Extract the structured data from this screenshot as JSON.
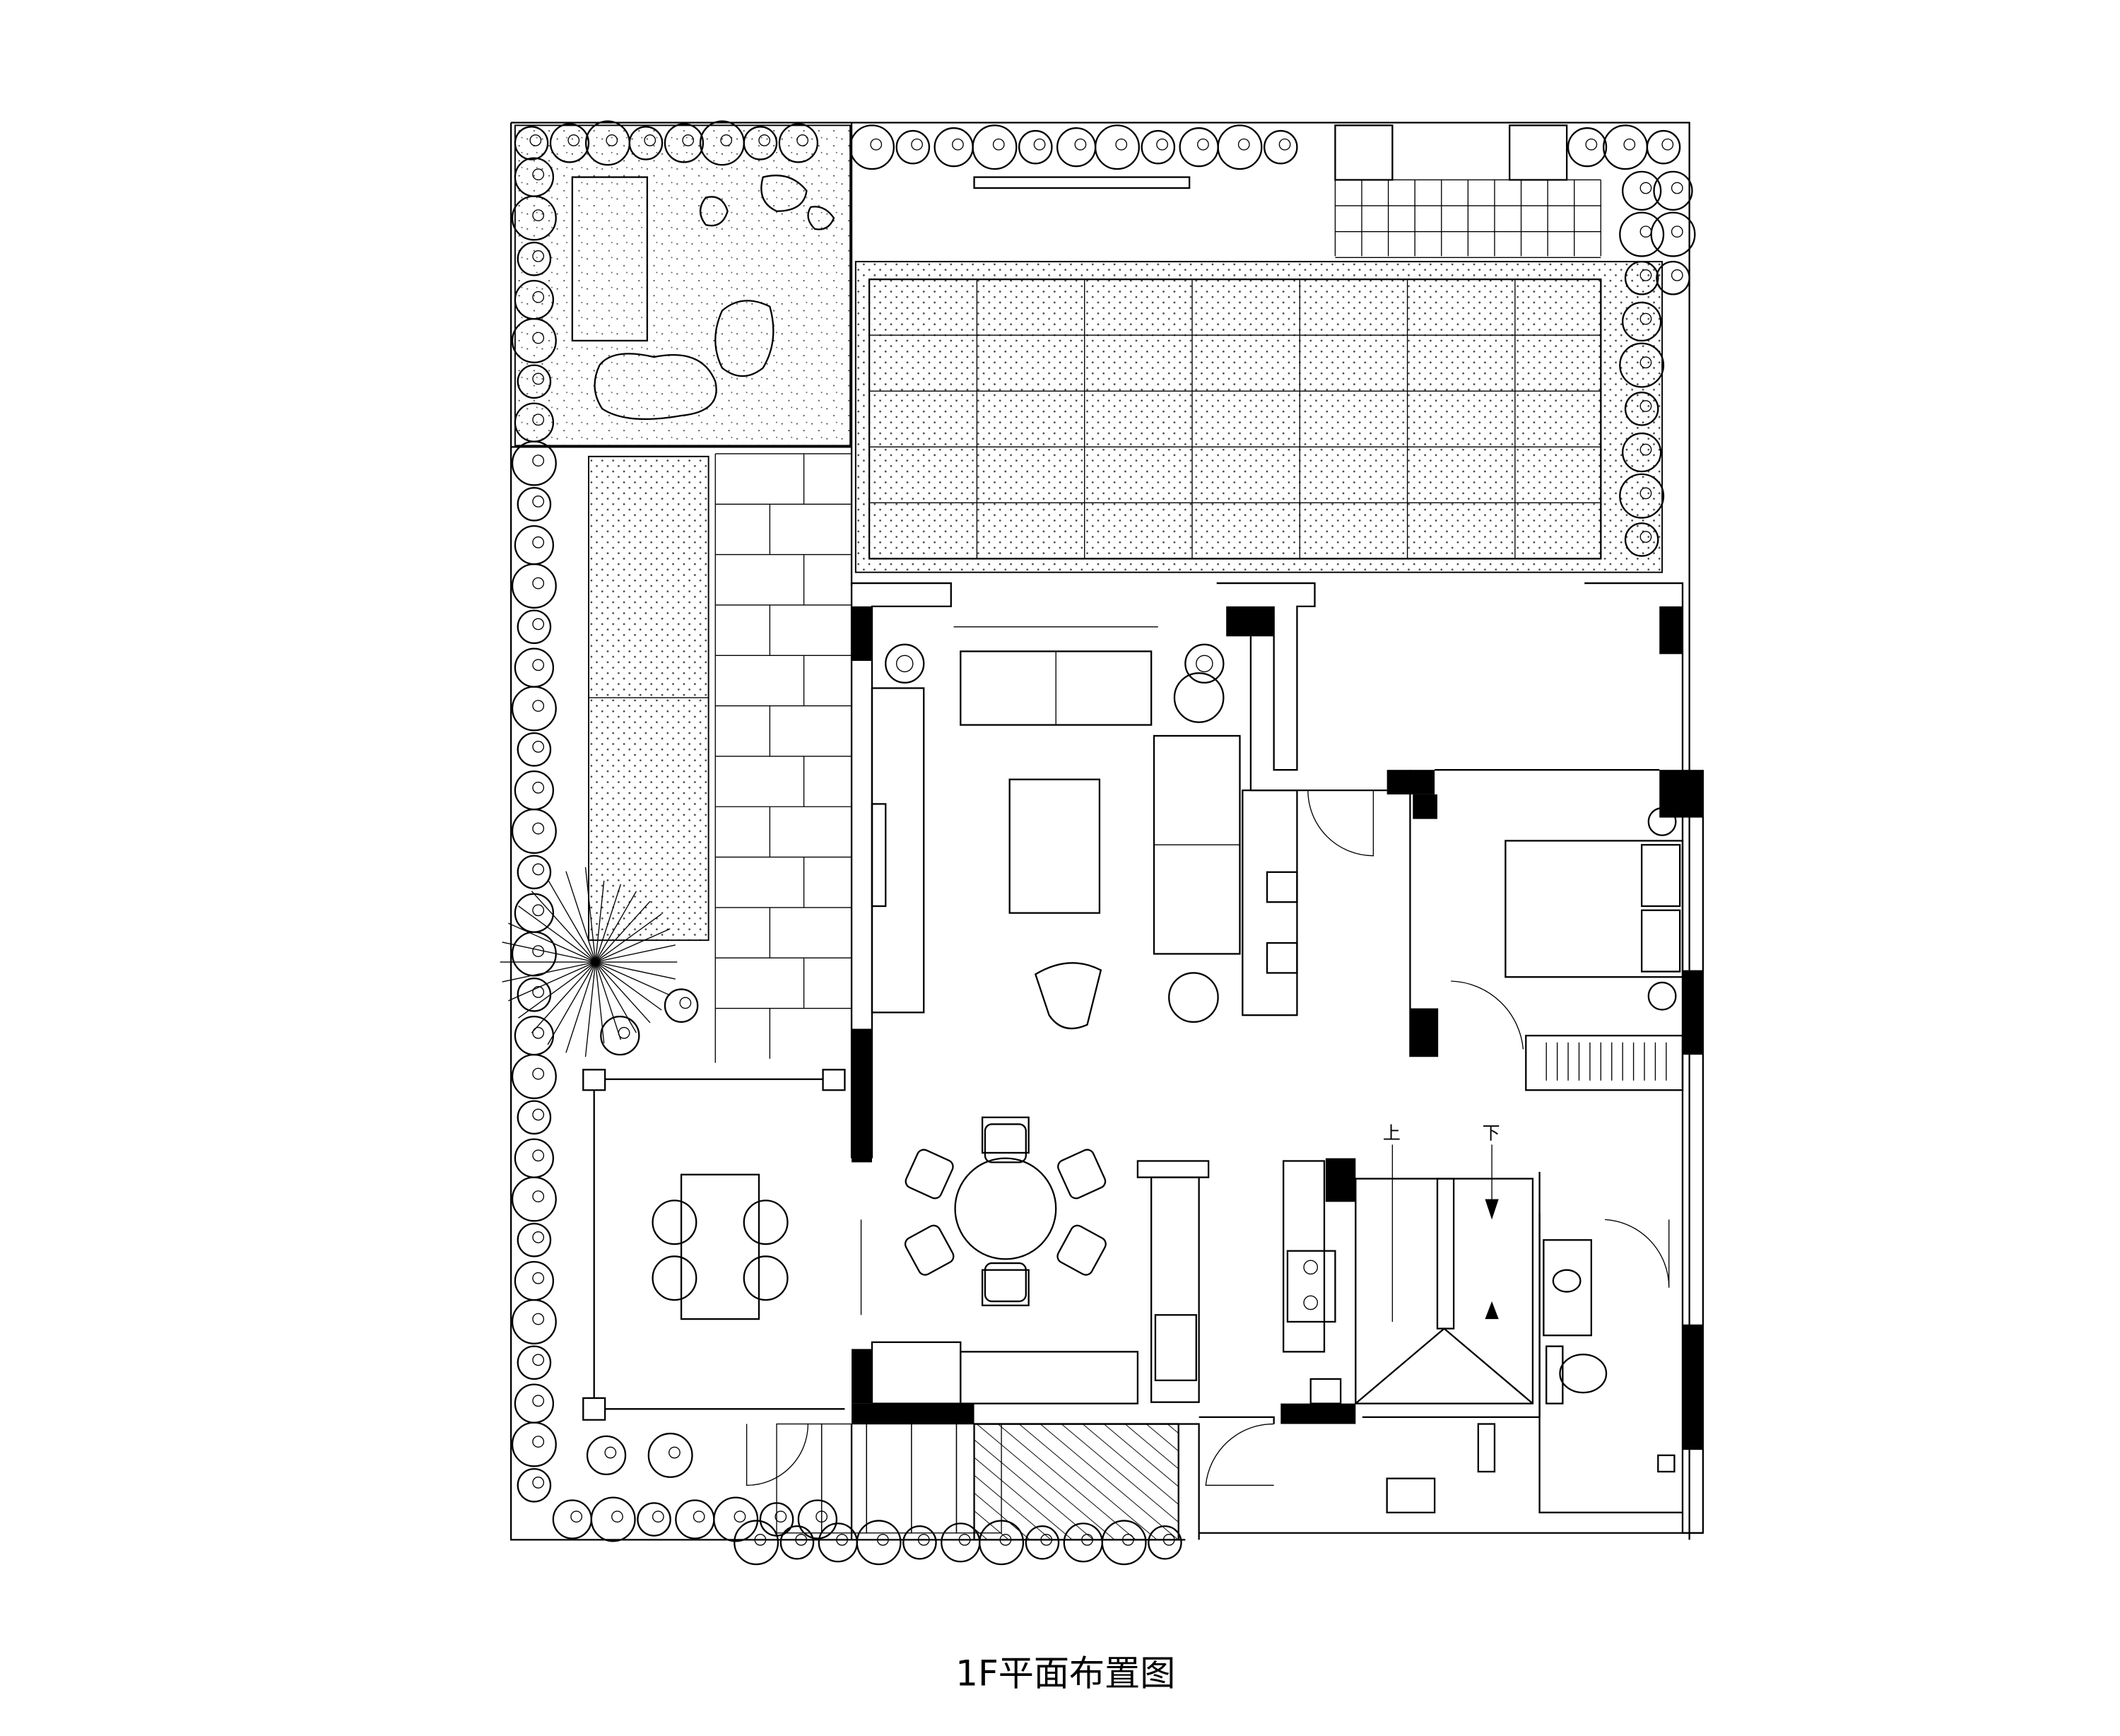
{
  "drawing": {
    "title": "1F平面布置图",
    "stair_labels": {
      "up": "上",
      "down": "下"
    }
  },
  "colors": {
    "line": "#000000",
    "background": "#ffffff"
  }
}
